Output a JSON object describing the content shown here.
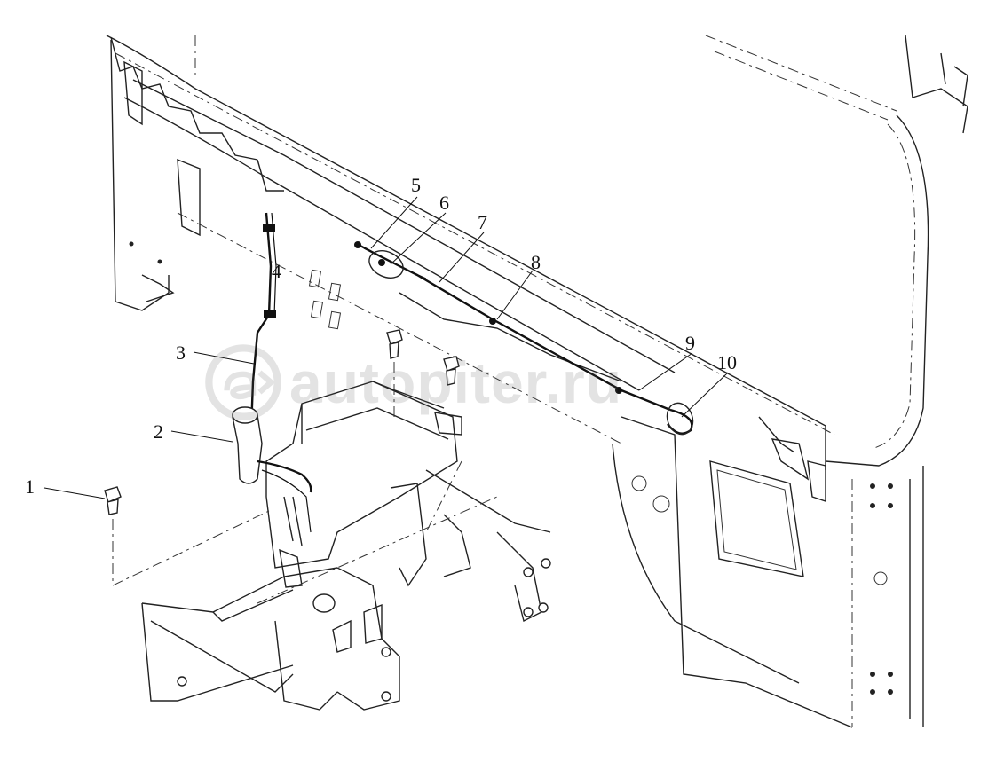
{
  "diagram": {
    "callouts": [
      {
        "id": "c1",
        "label": "1"
      },
      {
        "id": "c2",
        "label": "2"
      },
      {
        "id": "c3",
        "label": "3"
      },
      {
        "id": "c4",
        "label": "4"
      },
      {
        "id": "c5",
        "label": "5"
      },
      {
        "id": "c6",
        "label": "6"
      },
      {
        "id": "c7",
        "label": "7"
      },
      {
        "id": "c8",
        "label": "8"
      },
      {
        "id": "c9",
        "label": "9"
      },
      {
        "id": "c10",
        "label": "10"
      }
    ],
    "watermark": {
      "text": "autopiter.ru",
      "logo": "autopiter-logo-icon"
    },
    "colors": {
      "line": "#222222",
      "background": "#ffffff",
      "watermark": "#5a5a5a"
    }
  }
}
